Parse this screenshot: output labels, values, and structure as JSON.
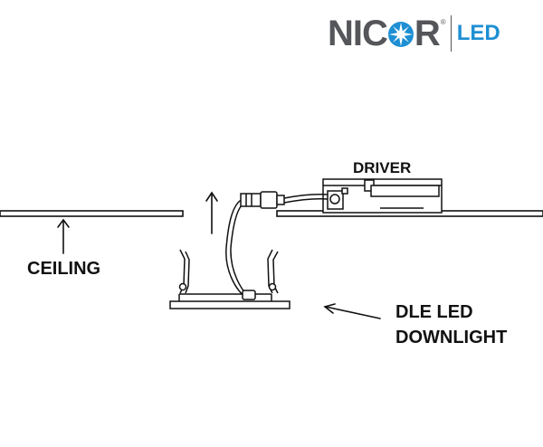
{
  "brand": {
    "name": "NICOR",
    "registered_mark": "®",
    "sub": "LED",
    "star_color": "#1e8fd3",
    "text_color": "#55565a",
    "accent_color": "#1e8fd3"
  },
  "labels": {
    "driver": "DRIVER",
    "ceiling": "CEILING",
    "downlight_line1": "DLE LED",
    "downlight_line2": "DOWNLIGHT"
  },
  "icons": [
    "starburst-icon",
    "up-arrow-icon",
    "left-arrow-icon"
  ]
}
